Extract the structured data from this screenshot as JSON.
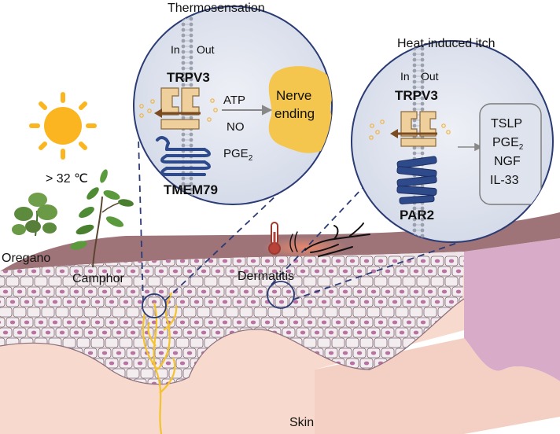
{
  "titles": {
    "left": "Thermosensation",
    "right": "Heat-induced itch"
  },
  "left_panel": {
    "in_label": "In",
    "out_label": "Out",
    "channel": "TRPV3",
    "mediators": [
      "ATP",
      "NO",
      "PGE"
    ],
    "mediator_subscript": "2",
    "target_line1": "Nerve",
    "target_line2": "ending",
    "partner": "TMEM79"
  },
  "right_panel": {
    "in_label": "In",
    "out_label": "Out",
    "channel": "TRPV3",
    "partner": "PAR2",
    "factors": [
      "TSLP",
      "PGE",
      "NGF",
      "IL-33"
    ],
    "factor_subscript": "2"
  },
  "stimuli": {
    "temperature": "> 32 ℃",
    "plant1": "Oregano",
    "plant2": "Camphor"
  },
  "skin": {
    "condition": "Dermatitis",
    "label": "Skin"
  },
  "colors": {
    "trpv3": "#e07b39",
    "blue_protein": "#2f4a8a",
    "in_label": "#f2b33d",
    "sun": "#fbb520",
    "nerve": "#f4c22b",
    "circle_fill": "#dde2ee",
    "skin_top": "#9c7378",
    "skin_side": "#d2a7c4",
    "dermis": "#f7d9cd",
    "cell_nucleus": "#b873a3"
  },
  "icons": [
    "sun-icon",
    "thermometer-icon",
    "hand-icon",
    "oregano-plant-icon",
    "camphor-plant-icon"
  ]
}
